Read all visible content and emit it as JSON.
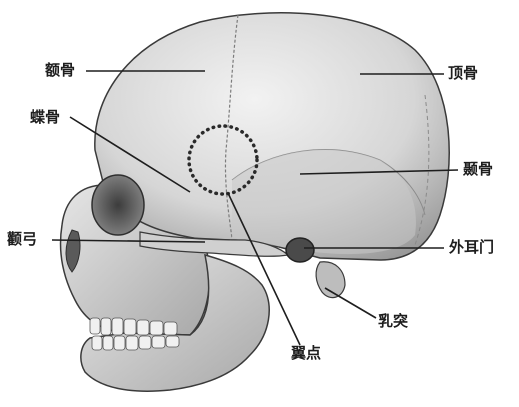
{
  "labels": {
    "frontal_bone": "额骨",
    "parietal_bone": "顶骨",
    "sphenoid_bone": "蝶骨",
    "temporal_bone": "颞骨",
    "zygomatic_arch": "颧弓",
    "external_acoustic_meatus": "外耳门",
    "mastoid_process": "乳突",
    "pterion": "翼点"
  },
  "colors": {
    "bone_fill": "#d9d9d9",
    "bone_shadow": "#9e9e9e",
    "outline": "#3a3a3a",
    "leader_line": "#1e1e1e",
    "pterion_marker": "#2a2a2a"
  }
}
